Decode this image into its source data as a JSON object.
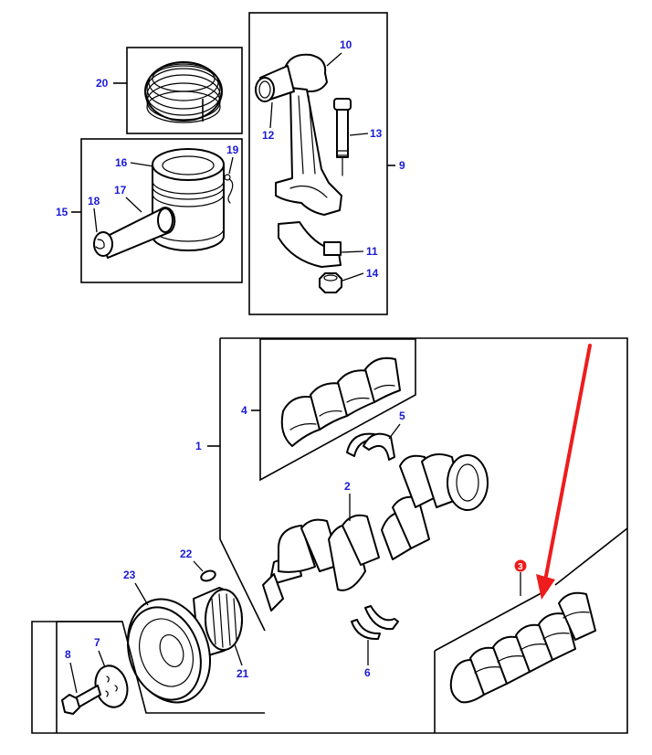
{
  "diagram": {
    "title": "Engine crankshaft, connecting rod and piston exploded parts diagram",
    "accent_color": "#1a1ad6",
    "highlight_color": "#ee1c1c",
    "callouts": [
      {
        "id": "1",
        "label": "1",
        "part": "crankshaft-assembly-group"
      },
      {
        "id": "2",
        "label": "2",
        "part": "crankshaft"
      },
      {
        "id": "3",
        "label": "3",
        "part": "main-bearing-set",
        "highlighted": true
      },
      {
        "id": "4",
        "label": "4",
        "part": "big-end-bearing-set"
      },
      {
        "id": "5",
        "label": "5",
        "part": "thrust-washers-upper"
      },
      {
        "id": "6",
        "label": "6",
        "part": "thrust-washers-lower"
      },
      {
        "id": "7",
        "label": "7",
        "part": "washer-plate"
      },
      {
        "id": "8",
        "label": "8",
        "part": "bolt"
      },
      {
        "id": "9",
        "label": "9",
        "part": "connecting-rod-assembly-group"
      },
      {
        "id": "10",
        "label": "10",
        "part": "connecting-rod"
      },
      {
        "id": "11",
        "label": "11",
        "part": "connecting-rod-cap"
      },
      {
        "id": "12",
        "label": "12",
        "part": "small-end-bush"
      },
      {
        "id": "13",
        "label": "13",
        "part": "connecting-rod-bolt"
      },
      {
        "id": "14",
        "label": "14",
        "part": "nut"
      },
      {
        "id": "15",
        "label": "15",
        "part": "piston-assembly-group"
      },
      {
        "id": "16",
        "label": "16",
        "part": "piston"
      },
      {
        "id": "17",
        "label": "17",
        "part": "gudgeon-pin"
      },
      {
        "id": "18",
        "label": "18",
        "part": "circlip"
      },
      {
        "id": "19",
        "label": "19",
        "part": "circlip"
      },
      {
        "id": "20",
        "label": "20",
        "part": "piston-ring-set"
      },
      {
        "id": "21",
        "label": "21",
        "part": "crankshaft-gear"
      },
      {
        "id": "22",
        "label": "22",
        "part": "key"
      },
      {
        "id": "23",
        "label": "23",
        "part": "pulley"
      }
    ],
    "highlight_badge": "3"
  }
}
